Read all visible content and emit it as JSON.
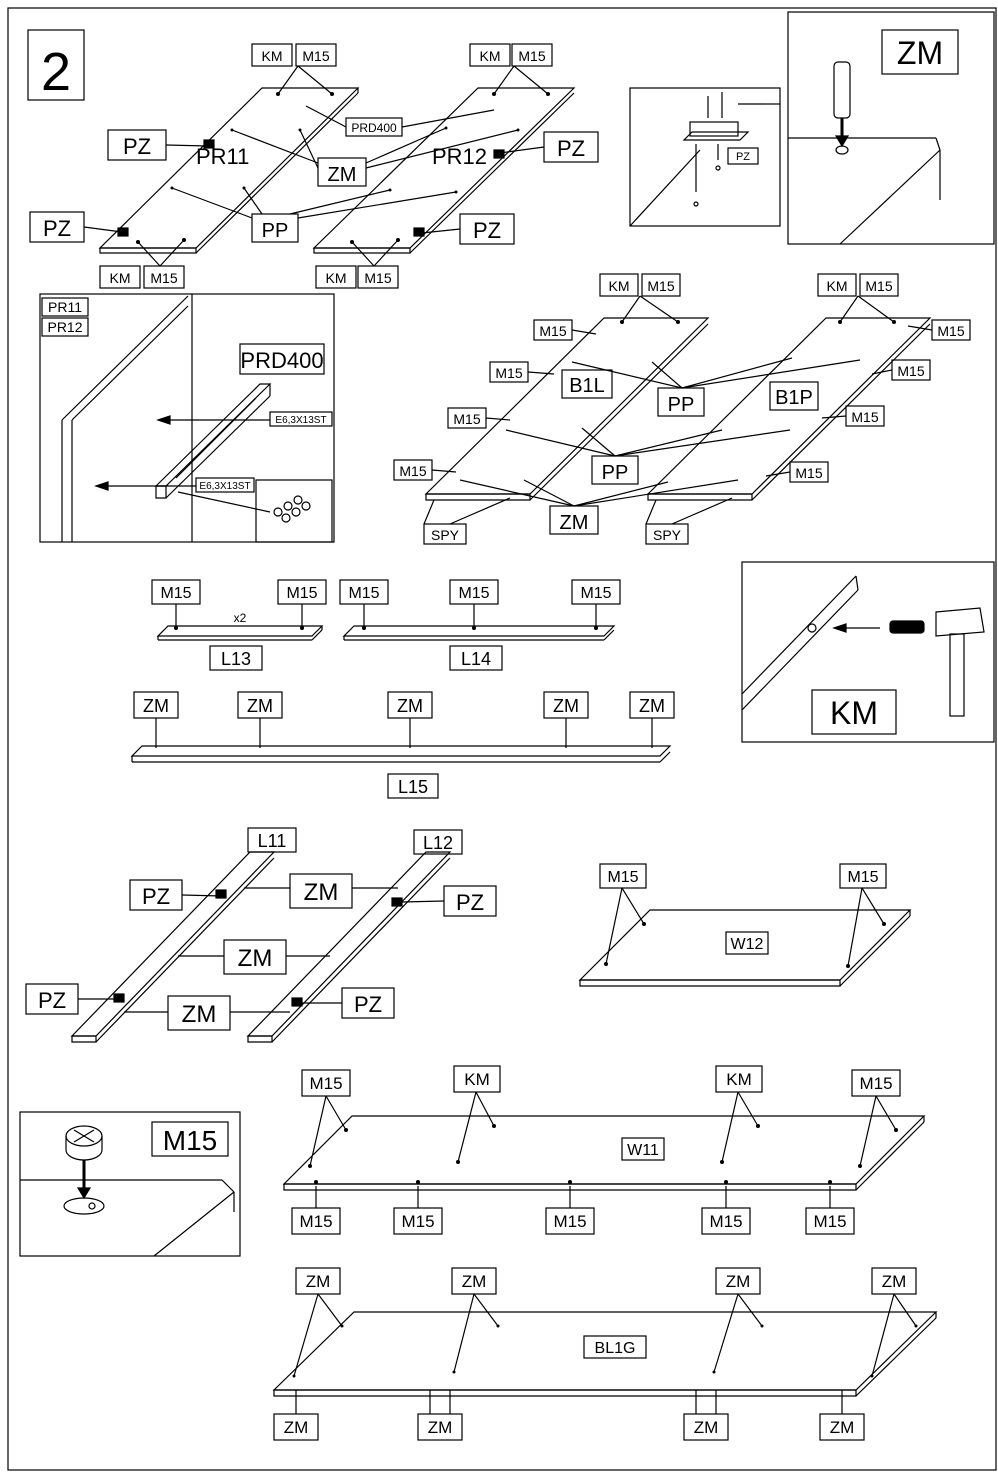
{
  "step_number": "2",
  "labels": {
    "KM": "KM",
    "M15": "M15",
    "PZ": "PZ",
    "ZM": "ZM",
    "PP": "PP",
    "SPY": "SPY",
    "PRD400": "PRD400",
    "PR11": "PR11",
    "PR12": "PR12",
    "B1L": "B1L",
    "B1P": "B1P",
    "L11": "L11",
    "L12": "L12",
    "L13": "L13",
    "L14": "L14",
    "L15": "L15",
    "W11": "W11",
    "W12": "W12",
    "BL1G": "BL1G",
    "screw": "E6,3X13ST",
    "quantity": "x2"
  }
}
